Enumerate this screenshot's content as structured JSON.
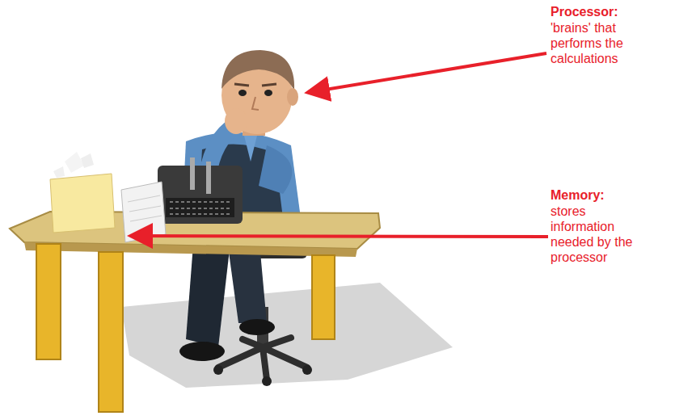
{
  "diagram": {
    "labels": [
      "Processor:",
      "'brains' that performs the calculations",
      "Memory:",
      "stores information needed by the processor"
    ]
  }
}
